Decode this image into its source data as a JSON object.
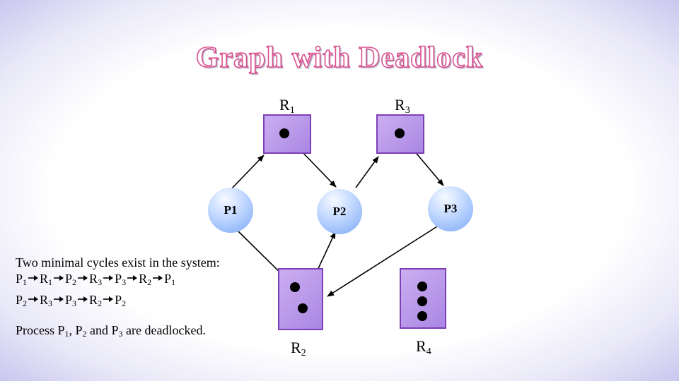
{
  "title": "Graph with Deadlock",
  "resources": [
    {
      "name": "R",
      "sub": "1",
      "instances": 1
    },
    {
      "name": "R",
      "sub": "3",
      "instances": 1
    },
    {
      "name": "R",
      "sub": "2",
      "instances": 2
    },
    {
      "name": "R",
      "sub": "4",
      "instances": 3
    }
  ],
  "processes": [
    "P1",
    "P2",
    "P3"
  ],
  "description": {
    "line1": "Two minimal cycles exist in the system:",
    "cycle1": [
      {
        "n": "P",
        "s": "1"
      },
      {
        "n": "R",
        "s": "1"
      },
      {
        "n": "P",
        "s": "2"
      },
      {
        "n": "R",
        "s": "3"
      },
      {
        "n": "P",
        "s": "3"
      },
      {
        "n": "R",
        "s": "2"
      },
      {
        "n": "P",
        "s": "1"
      }
    ],
    "cycle2": [
      {
        "n": "P",
        "s": "2"
      },
      {
        "n": "R",
        "s": "3"
      },
      {
        "n": "P",
        "s": "3"
      },
      {
        "n": "R",
        "s": "2"
      },
      {
        "n": "P",
        "s": "2"
      }
    ],
    "deadlock_prefix": "Process P",
    "deadlock_s1": "1",
    "deadlock_comma": ", P",
    "deadlock_s2": "2",
    "deadlock_and": " and P",
    "deadlock_s3": "3",
    "deadlock_suffix": " are deadlocked."
  },
  "colors": {
    "title_stroke": "#d9508f",
    "resource_border": "#7d3fb6",
    "process_fill": "#7aa8f6"
  }
}
